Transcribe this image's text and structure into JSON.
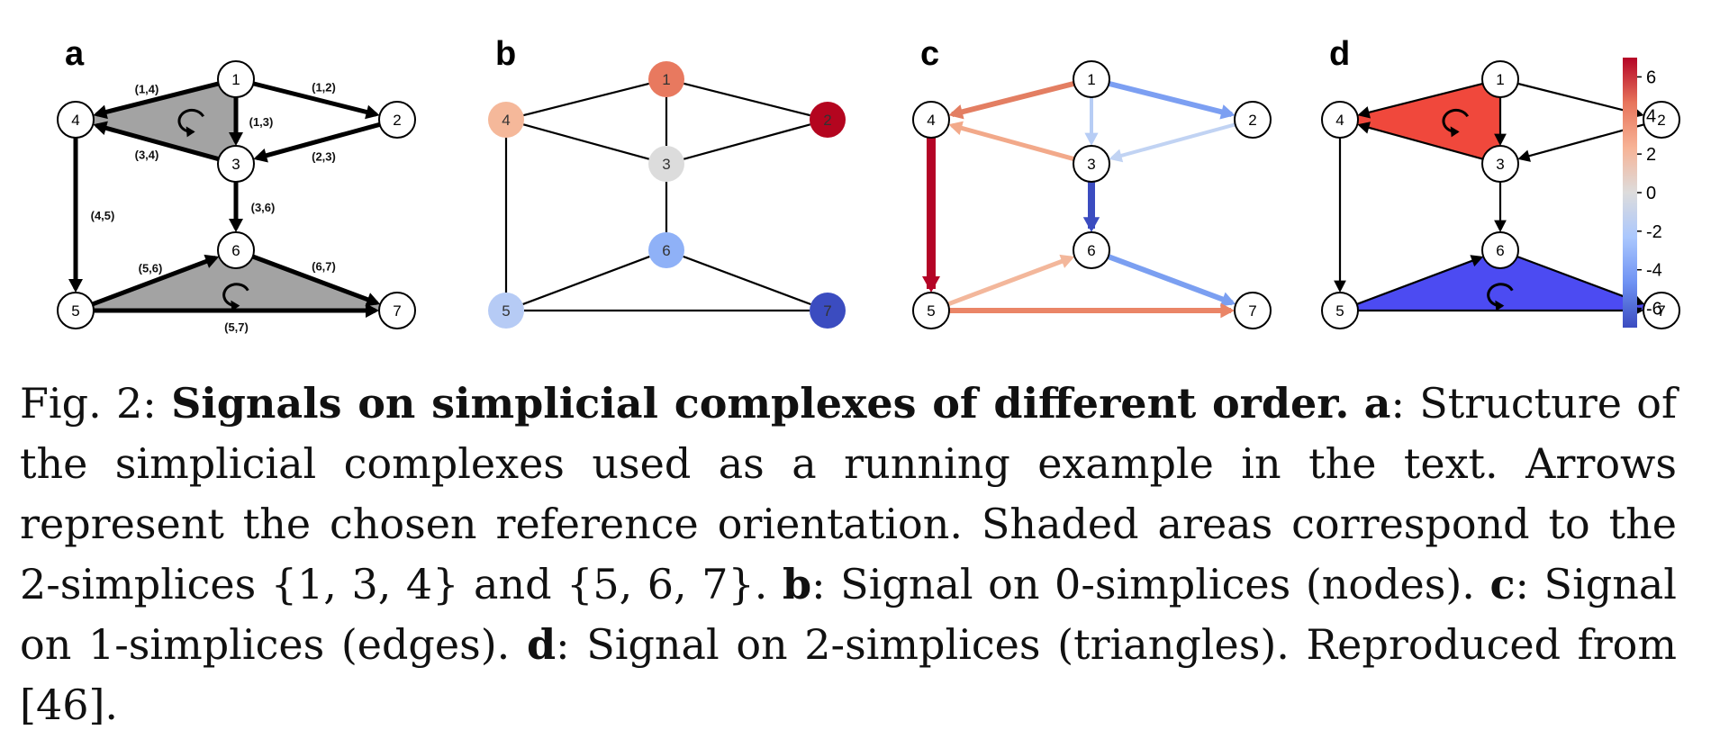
{
  "figure": {
    "panels": [
      {
        "id": "a",
        "label": "a",
        "mode": "structure",
        "nodes": [
          "1",
          "2",
          "3",
          "4",
          "5",
          "6",
          "7"
        ],
        "edges": [
          {
            "from": "1",
            "to": "4",
            "label": "(1,4)"
          },
          {
            "from": "1",
            "to": "2",
            "label": "(1,2)"
          },
          {
            "from": "1",
            "to": "3",
            "label": "(1,3)"
          },
          {
            "from": "3",
            "to": "4",
            "label": "(3,4)"
          },
          {
            "from": "2",
            "to": "3",
            "label": "(2,3)"
          },
          {
            "from": "4",
            "to": "5",
            "label": "(4,5)"
          },
          {
            "from": "3",
            "to": "6",
            "label": "(3,6)"
          },
          {
            "from": "5",
            "to": "6",
            "label": "(5,6)"
          },
          {
            "from": "6",
            "to": "7",
            "label": "(6,7)"
          },
          {
            "from": "5",
            "to": "7",
            "label": "(5,7)"
          }
        ],
        "triangles": [
          {
            "nodes": [
              "1",
              "3",
              "4"
            ],
            "fill": "#a3a3a3"
          },
          {
            "nodes": [
              "5",
              "6",
              "7"
            ],
            "fill": "#a3a3a3"
          }
        ]
      },
      {
        "id": "b",
        "label": "b",
        "mode": "node-signal",
        "node_colors": {
          "1": "#e8795f",
          "2": "#b4051f",
          "3": "#dcdcdc",
          "4": "#f5b89a",
          "5": "#b6cbf5",
          "6": "#8fb1f7",
          "7": "#3b4cc0"
        }
      },
      {
        "id": "c",
        "label": "c",
        "mode": "edge-signal",
        "edge_colors": {
          "1-4": "#e37e62",
          "1-2": "#7c9ff2",
          "1-3": "#b7cdf5",
          "3-4": "#f2a98a",
          "2-3": "#c1d3f3",
          "4-5": "#b40426",
          "3-6": "#3b4cc0",
          "5-6": "#f3b79b",
          "6-7": "#7b9ff1",
          "5-7": "#ea8567"
        },
        "edge_widths": {
          "1-4": 6,
          "1-2": 6,
          "1-3": 4,
          "3-4": 5,
          "2-3": 4,
          "4-5": 10,
          "3-6": 8,
          "5-6": 5,
          "6-7": 6,
          "5-7": 6
        }
      },
      {
        "id": "d",
        "label": "d",
        "mode": "triangle-signal",
        "triangle_colors": {
          "1-3-4": "#f0483c",
          "5-6-7": "#4c4bf2"
        }
      }
    ],
    "colorbar": {
      "ticks": [
        "6",
        "4",
        "2",
        "0",
        "-2",
        "-4",
        "-6"
      ],
      "stops": [
        "#b40426",
        "#e7745b",
        "#f7b396",
        "#dddcdc",
        "#aac7fd",
        "#6f92f3",
        "#3b4cc0"
      ]
    }
  },
  "caption": {
    "fig_number": "Fig. 2: ",
    "title": "Signals on simplicial complexes of different order.",
    "a_label": "a",
    "a_text": ": Structure of the simplicial complexes used as a running example in the text. Arrows represent the chosen reference orientation. Shaded areas correspond to the 2-simplices {1, 3, 4} and {5, 6, 7}. ",
    "b_label": "b",
    "b_text": ": Signal on 0-simplices (nodes). ",
    "c_label": "c",
    "c_text": ": Signal on 1-simplices (edges). ",
    "d_label": "d",
    "d_text": ": Signal on 2-simplices (triangles). Reproduced from [46]."
  }
}
